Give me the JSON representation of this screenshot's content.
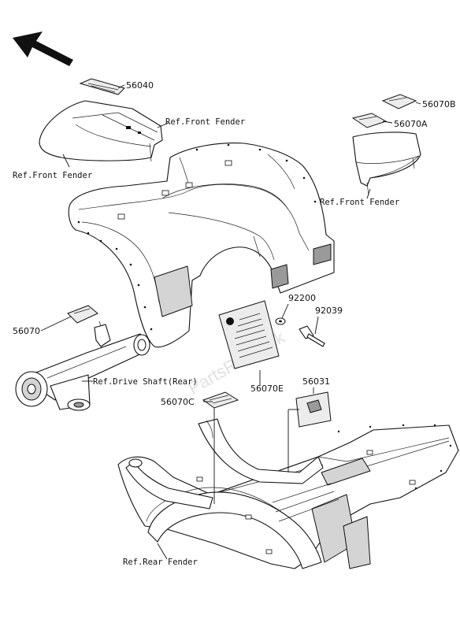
{
  "watermark": "PartsRepublik",
  "labels": {
    "ref_front_fender_top": "Ref.Front Fender",
    "ref_front_fender_left": "Ref.Front Fender",
    "ref_front_fender_right": "Ref.Front Fender",
    "ref_drive_shaft_rear": "Ref.Drive Shaft(Rear)",
    "ref_rear_fender": "Ref.Rear Fender"
  },
  "part_numbers": {
    "p56040": "56040",
    "p56070B": "56070B",
    "p56070A": "56070A",
    "p92200": "92200",
    "p92039": "92039",
    "p56070": "56070",
    "p56070E": "56070E",
    "p56070C": "56070C",
    "p56031": "56031"
  },
  "icons": {
    "direction_arrow": "front-direction-arrow-icon"
  }
}
